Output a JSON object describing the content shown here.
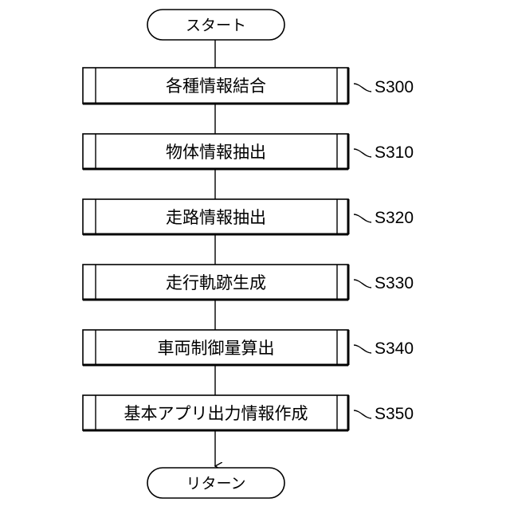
{
  "flowchart": {
    "start": "スタート",
    "end": "リターン",
    "steps": [
      {
        "label": "各種情報結合",
        "step_id": "S300"
      },
      {
        "label": "物体情報抽出",
        "step_id": "S310"
      },
      {
        "label": "走路情報抽出",
        "step_id": "S320"
      },
      {
        "label": "走行軌跡生成",
        "step_id": "S330"
      },
      {
        "label": "車両制御量算出",
        "step_id": "S340"
      },
      {
        "label": "基本アプリ出力情報作成",
        "step_id": "S350"
      }
    ]
  }
}
